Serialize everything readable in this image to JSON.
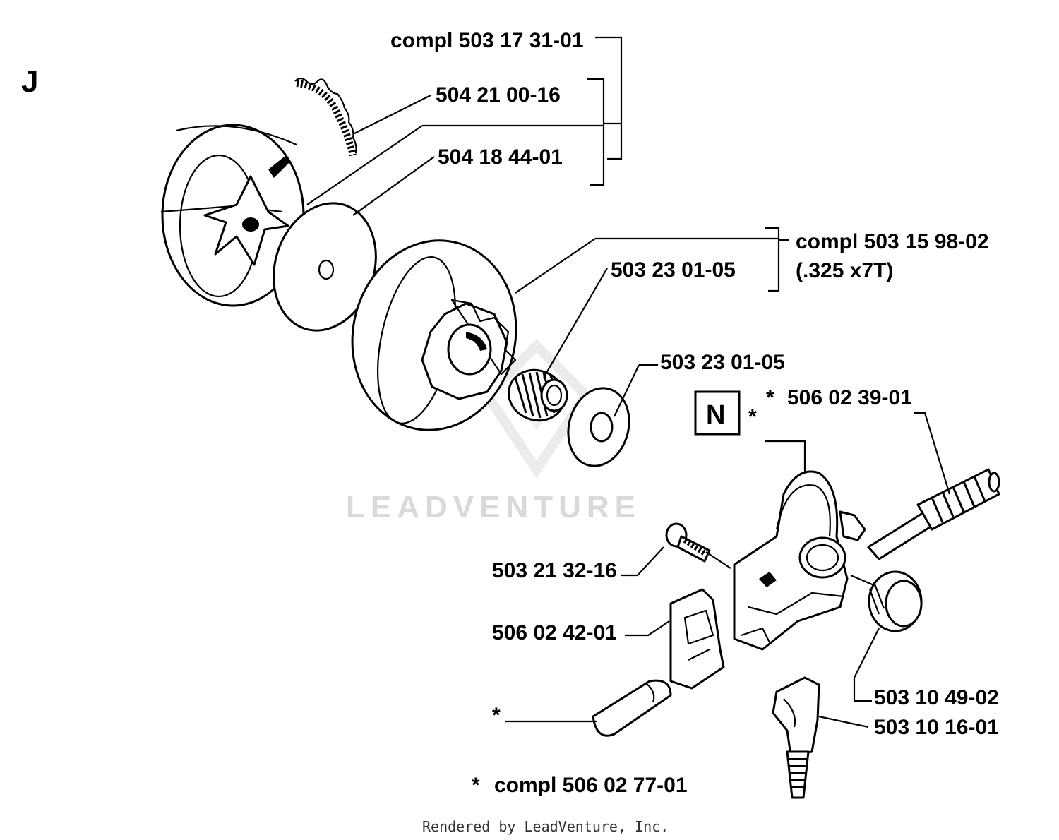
{
  "section_letter": "J",
  "box_label": "N",
  "labels": {
    "clutch_assembly": "compl 503 17 31-01",
    "spring": "504 21 00-16",
    "washer_disc": "504 18 44-01",
    "drum_assembly": "compl 503 15 98-02",
    "drum_spec": "(.325 x7T)",
    "needle_bearing": "503 23 01-05",
    "washer": "503 23 01-05",
    "oil_pump": "506 02 39-01",
    "screw": "503 21 32-16",
    "pump_cover": "506 02 42-01",
    "worm_gear": "503 10 49-02",
    "drive_shaft": "503 10 16-01",
    "star_single": "*",
    "star_mid": "*",
    "star_oil": "*",
    "pump_kit": "compl 506 02 77-01",
    "pump_kit_star": "*"
  },
  "watermark": "LEADVENTURE",
  "footer": "Rendered by LeadVenture, Inc."
}
